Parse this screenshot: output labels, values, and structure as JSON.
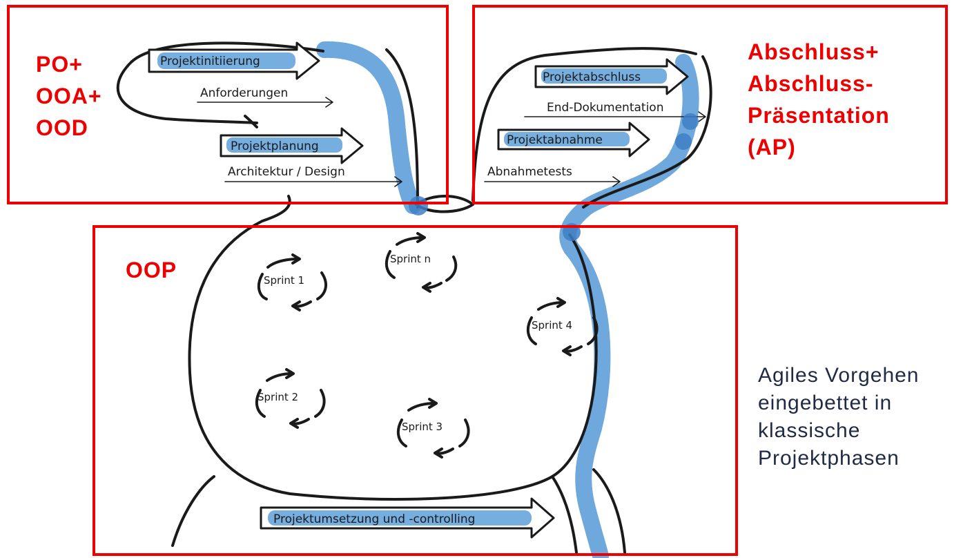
{
  "frames": {
    "top_left": [
      "PO+",
      "OOA+",
      "OOD"
    ],
    "top_right": [
      "Abschluss+",
      "Abschluss-",
      "Präsentation",
      "(AP)"
    ],
    "bottom": "OOP"
  },
  "steps": {
    "initiierung": "Projektinitiierung",
    "anforderungen": "Anforderungen",
    "planung": "Projektplanung",
    "architektur": "Architektur / Design",
    "abschluss": "Projektabschluss",
    "dokumentation": "End-Dokumentation",
    "abnahme": "Projektabnahme",
    "abnahmetests": "Abnahmetests",
    "umsetzung": "Projektumsetzung und -controlling"
  },
  "sprints": {
    "s1": "Sprint 1",
    "sn": "Sprint n",
    "s4": "Sprint 4",
    "s2": "Sprint 2",
    "s3": "Sprint 3"
  },
  "caption": [
    "Agiles Vorgehen",
    "eingebettet in",
    "klassische",
    "Projektphasen"
  ],
  "colors": {
    "frame": "#ee0000",
    "highlight": "#6fa8dc",
    "caption": "#1f2a44"
  }
}
